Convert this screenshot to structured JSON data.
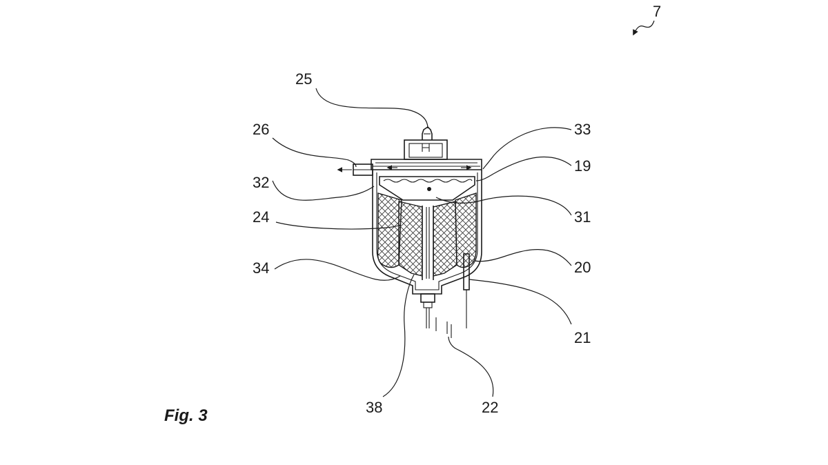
{
  "figure": {
    "caption": "Fig. 3",
    "reference_numerals": {
      "n7": "7",
      "n25": "25",
      "n26": "26",
      "n33": "33",
      "n19": "19",
      "n32": "32",
      "n31": "31",
      "n24": "24",
      "n20": "20",
      "n34": "34",
      "n21": "21",
      "n38": "38",
      "n22": "22"
    }
  }
}
